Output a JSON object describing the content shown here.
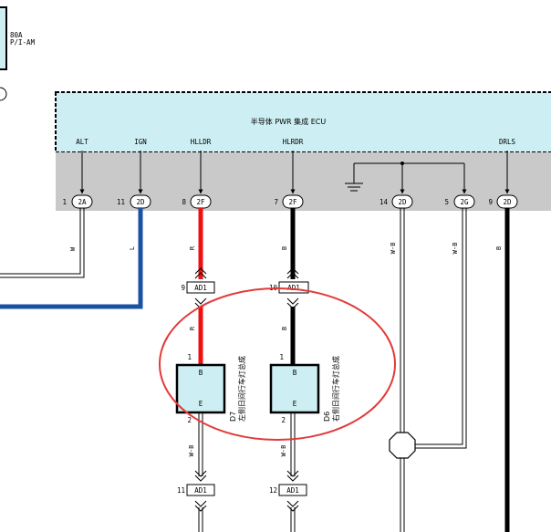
{
  "fuse": {
    "rating": "80A",
    "name": "P/I-AM"
  },
  "ecu": {
    "title": "半导体 PWR 集成 ECU",
    "terminals": [
      {
        "signal": "ALT",
        "pin": "1",
        "conn": "2A"
      },
      {
        "signal": "IGN",
        "pin": "11",
        "conn": "2D"
      },
      {
        "signal": "HLLDR",
        "pin": "8",
        "conn": "2F"
      },
      {
        "signal": "HLRDR",
        "pin": "7",
        "conn": "2F"
      },
      {
        "signal": "",
        "pin": "14",
        "conn": "2D"
      },
      {
        "signal": "",
        "pin": "5",
        "conn": "2G"
      },
      {
        "signal": "DRLS",
        "pin": "9",
        "conn": "2D"
      }
    ]
  },
  "wire_colors": {
    "alt": "W",
    "ign": "L",
    "left_upper": "R",
    "left_mid": "R",
    "left_lower": "W-B",
    "right_upper": "B",
    "right_mid": "B",
    "right_lower": "W-B",
    "gnd1": "W-B",
    "gnd2": "W-B",
    "drls": "B"
  },
  "connectors": {
    "ad1_left_top": {
      "pin": "9",
      "name": "AD1"
    },
    "ad1_right_top": {
      "pin": "10",
      "name": "AD1"
    },
    "ad1_left_bot": {
      "pin": "11",
      "name": "AD1"
    },
    "ad1_right_bot": {
      "pin": "12",
      "name": "AD1"
    }
  },
  "lamps": {
    "left": {
      "pin_top": "1",
      "pin_bottom": "2",
      "term_top": "B",
      "term_bottom": "E",
      "code": "D7",
      "name": "左侧日间行车灯总成"
    },
    "right": {
      "pin_top": "1",
      "pin_bottom": "2",
      "term_top": "B",
      "term_bottom": "E",
      "code": "D6",
      "name": "右侧日间行车灯总成"
    }
  },
  "colors": {
    "ecu_fill": "#cdeef2",
    "strip_fill": "#c9c9c9",
    "red_wire": "#ee1111",
    "blue_wire": "#1a52a3",
    "black_wire": "#000000",
    "highlight": "#e23a3a"
  }
}
